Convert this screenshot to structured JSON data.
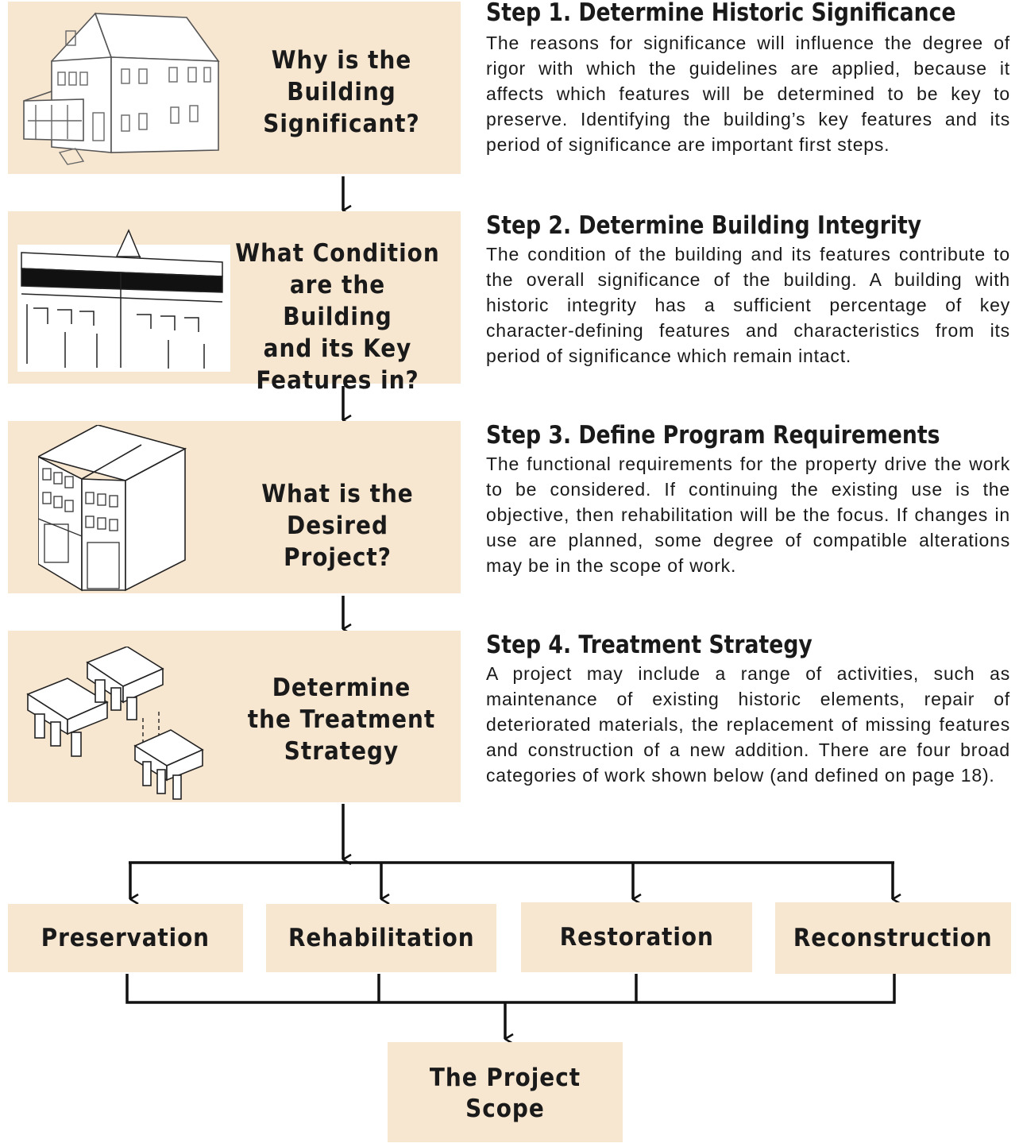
{
  "flow": [
    {
      "question": [
        "Why is the",
        "Building",
        "Significant?"
      ],
      "illustration": "house-illustration"
    },
    {
      "question": [
        "What Condition",
        "are the Building",
        "and its Key",
        "Features in?"
      ],
      "illustration": "storefront-cornice-illustration"
    },
    {
      "question": [
        "What is the",
        "Desired Project?"
      ],
      "illustration": "commercial-building-illustration"
    },
    {
      "question": [
        "Determine",
        "the Treatment",
        "Strategy"
      ],
      "illustration": "cornice-brackets-illustration"
    }
  ],
  "steps": [
    {
      "heading": "Step 1. Determine Historic Significance",
      "text": "The reasons for significance will influence the degree of rigor with which the guidelines are applied, because it affects which features will be determined to be key to preserve. Identifying the building’s key features and its period of significance are important first steps."
    },
    {
      "heading": "Step 2. Determine Building Integrity",
      "text": "The condition of the building and its features contribute to the overall significance of the building. A building with historic integrity has a sufficient percentage of key character-defining features and characteristics from its period of significance which remain intact."
    },
    {
      "heading": "Step 3.  Define Program Requirements",
      "text": "The functional requirements for the property drive the work to be considered. If continuing the existing use is the objective, then rehabilitation will be the focus. If changes in use are planned, some degree of compatible alterations may be in the scope of work."
    },
    {
      "heading": "Step 4.  Treatment Strategy",
      "text": "A project may include a range of activities, such as maintenance of existing historic elements, repair of deteriorated materials, the replacement of missing features and construction of a new addition. There are four broad categories of work shown below (and defined on page 18)."
    }
  ],
  "categories": [
    "Preservation",
    "Rehabilitation",
    "Restoration",
    "Reconstruction"
  ],
  "result": [
    "The Project",
    "Scope"
  ],
  "colors": {
    "box_fill": "#f7e6d0",
    "line": "#111111"
  }
}
